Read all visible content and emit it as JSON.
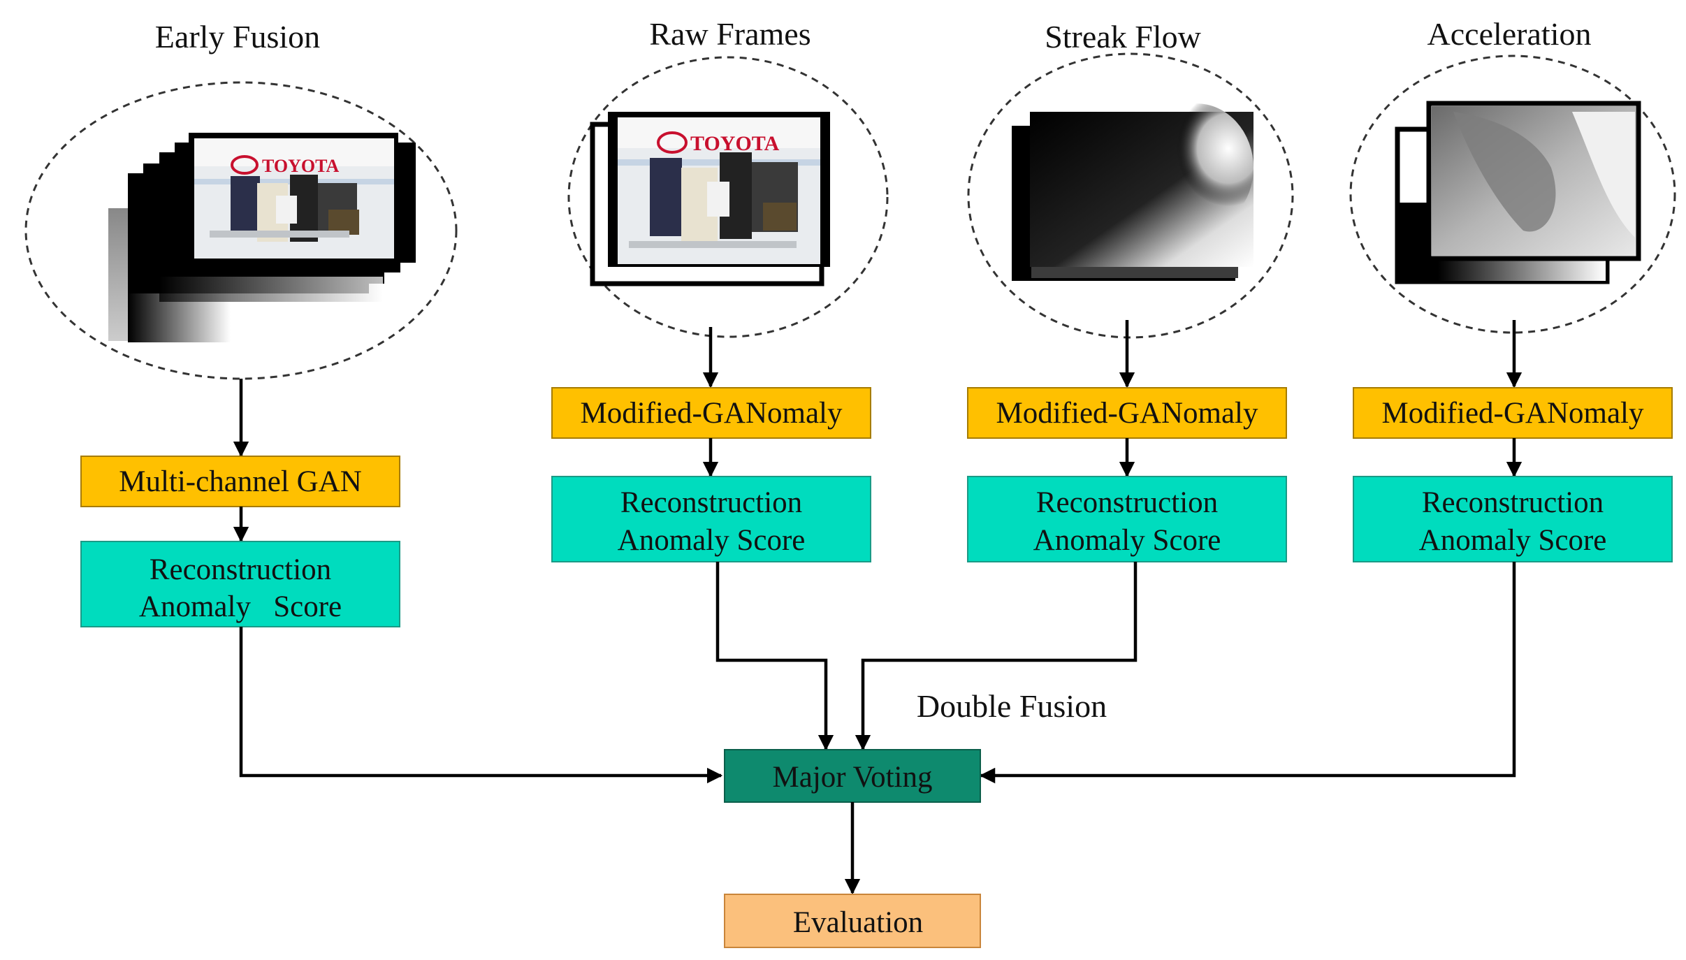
{
  "columns": [
    {
      "title": "Early Fusion",
      "stage1": "Multi-channel GAN",
      "stage2_line1": "Reconstruction",
      "stage2_line2": "Anomaly   Score"
    },
    {
      "title": "Raw Frames",
      "stage1": "Modified-GANomaly",
      "stage2_line1": "Reconstruction",
      "stage2_line2": "Anomaly Score"
    },
    {
      "title": "Streak Flow",
      "stage1": "Modified-GANomaly",
      "stage2_line1": "Reconstruction",
      "stage2_line2": "Anomaly Score"
    },
    {
      "title": "Acceleration",
      "stage1": "Modified-GANomaly",
      "stage2_line1": "Reconstruction",
      "stage2_line2": "Anomaly Score"
    }
  ],
  "fusion_label": "Double Fusion",
  "voting_label": "Major Voting",
  "evaluation_label": "Evaluation",
  "frame_logo_text": "TOYOTA",
  "colors": {
    "model_box": "#ffc000",
    "score_box": "#00dcbe",
    "voting_box": "#0e8a6e",
    "evaluation_box": "#fbc07c"
  }
}
